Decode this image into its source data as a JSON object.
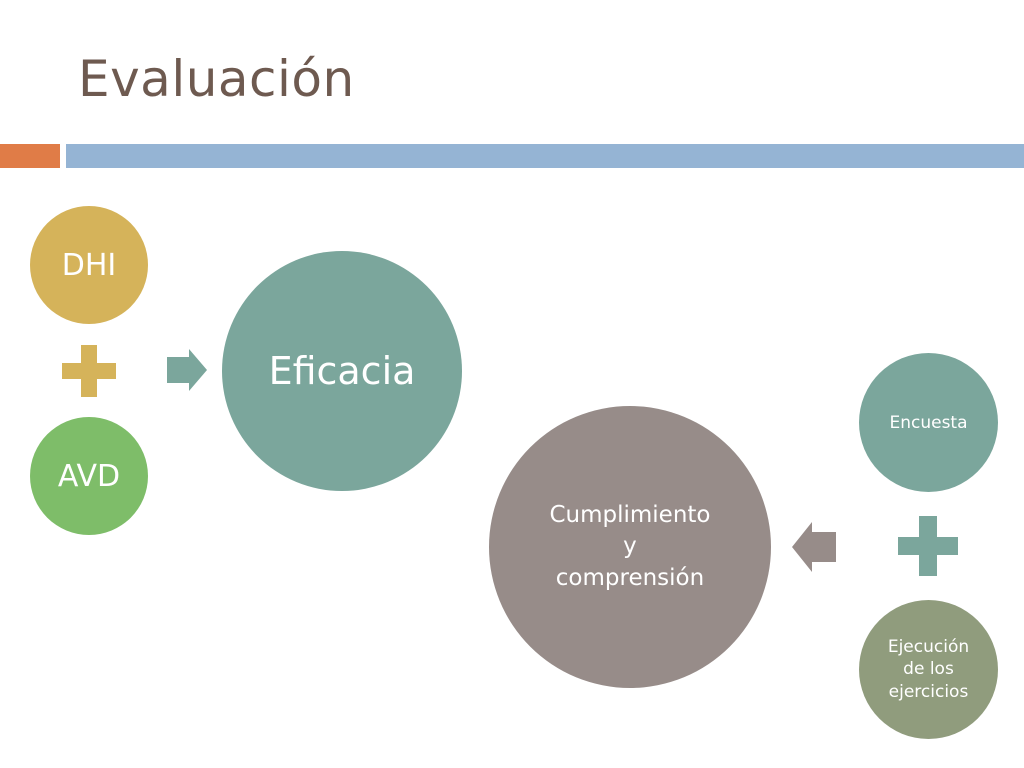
{
  "slide": {
    "title": "Evaluación"
  },
  "diagram": {
    "left_group": {
      "top_item": "DHI",
      "bottom_item": "AVD",
      "result": "Eficacia"
    },
    "right_group": {
      "top_item": "Encuesta",
      "bottom_item": "Ejecución\nde los\nejercicios",
      "result": "Cumplimiento\ny\ncomprensión"
    }
  },
  "colors": {
    "title": "#6e5a50",
    "accent_bar": "#e07c47",
    "main_bar": "#95b4d4",
    "dhi": "#d5b35a",
    "avd": "#7ebd69",
    "eficacia": "#7ba69c",
    "cumplimiento": "#978c89",
    "encuesta": "#7ba69c",
    "ejecucion": "#909c7d",
    "plus_left": "#d5b35a",
    "arrow_left": "#7ba69c",
    "plus_right": "#7ba69c",
    "arrow_right": "#978c89"
  },
  "icons": {
    "plus_left": "plus-icon",
    "arrow_left": "arrow-right-icon",
    "plus_right": "plus-icon",
    "arrow_right": "arrow-left-icon"
  }
}
